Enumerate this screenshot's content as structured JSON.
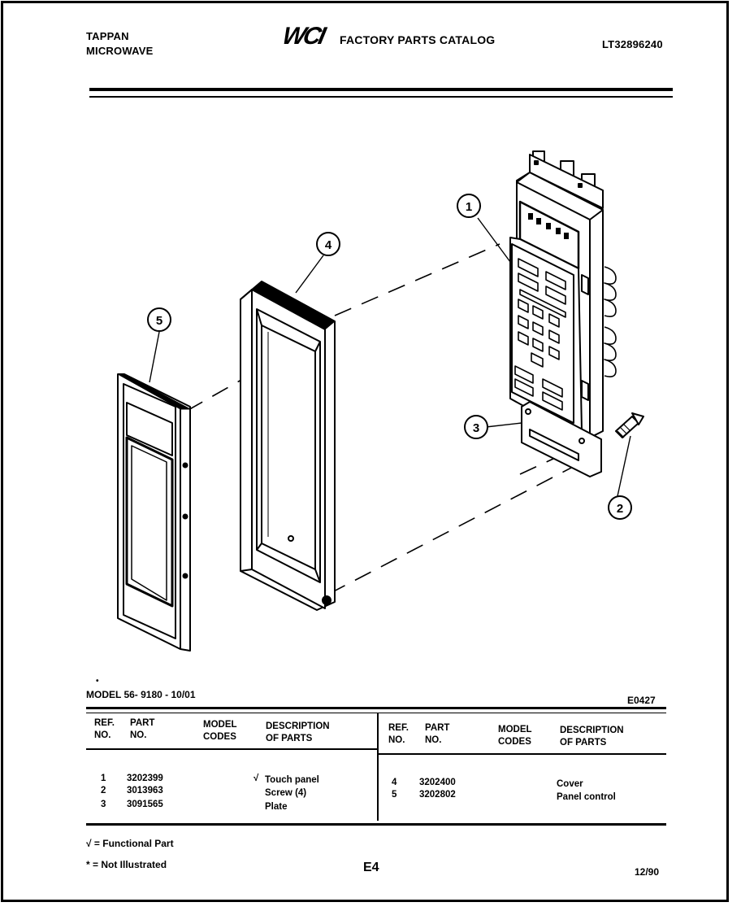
{
  "header": {
    "brand_line1": "TAPPAN",
    "brand_line2": "MICROWAVE",
    "logo_text": "WCI",
    "catalog_title": "FACTORY PARTS CATALOG",
    "catalog_number": "LT32896240"
  },
  "diagram": {
    "callouts": [
      "1",
      "2",
      "3",
      "4",
      "5"
    ]
  },
  "model_line": {
    "bullet": "•",
    "model": "MODEL 56- 9180 - 10/01",
    "code": "E0427"
  },
  "table": {
    "left": {
      "headers": {
        "ref": "REF.\nNO.",
        "part": "PART\nNO.",
        "model": "MODEL\nCODES",
        "desc": "DESCRIPTION\nOF PARTS"
      },
      "rows": [
        {
          "ref": "1",
          "part": "3202399",
          "mark": "√",
          "desc": "Touch panel"
        },
        {
          "ref": "2",
          "part": "3013963",
          "mark": "",
          "desc": "Screw (4)"
        },
        {
          "ref": "3",
          "part": "3091565",
          "mark": "",
          "desc": "Plate"
        }
      ]
    },
    "right": {
      "headers": {
        "ref": "REF.\nNO.",
        "part": "PART\nNO.",
        "model": "MODEL\nCODES",
        "desc": "DESCRIPTION\nOF PARTS"
      },
      "rows": [
        {
          "ref": "4",
          "part": "3202400",
          "desc": "Cover"
        },
        {
          "ref": "5",
          "part": "3202802",
          "desc": "Panel control"
        }
      ]
    }
  },
  "footer": {
    "functional_note": "√ = Functional Part",
    "not_illustrated_note": "* = Not Illustrated",
    "page_code": "E4",
    "date": "12/90"
  }
}
